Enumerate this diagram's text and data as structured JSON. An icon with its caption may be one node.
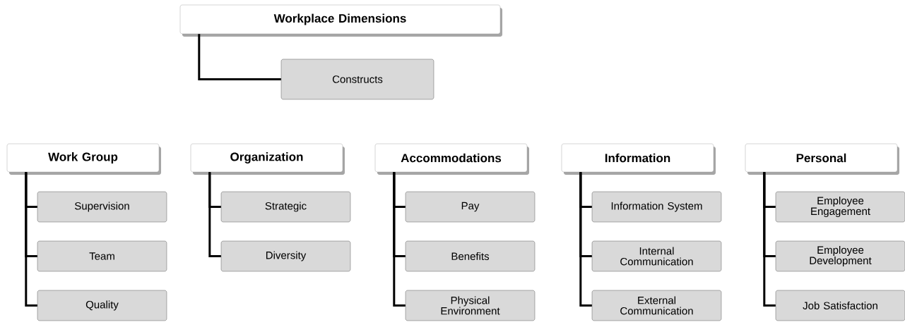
{
  "diagram": {
    "nodes": [
      {
        "text": [
          "Workplace Dimensions"
        ]
      },
      {
        "text": [
          "Constructs"
        ]
      },
      {
        "text": [
          "Work Group"
        ]
      },
      {
        "text": [
          "Supervision"
        ]
      },
      {
        "text": [
          "Team"
        ]
      },
      {
        "text": [
          "Quality"
        ]
      },
      {
        "text": [
          "Organization"
        ]
      },
      {
        "text": [
          "Strategic"
        ]
      },
      {
        "text": [
          "Diversity"
        ]
      },
      {
        "text": [
          "Accommodations"
        ]
      },
      {
        "text": [
          "Pay"
        ]
      },
      {
        "text": [
          "Benefits"
        ]
      },
      {
        "text": [
          "Physical Environment"
        ]
      },
      {
        "text": [
          "Information"
        ]
      },
      {
        "text": [
          "Information System"
        ]
      },
      {
        "text": [
          "Internal Communication"
        ]
      },
      {
        "text": [
          "External Communication"
        ]
      },
      {
        "text": [
          "Personal"
        ]
      },
      {
        "text": [
          "Employee Engagement"
        ]
      },
      {
        "text": [
          "Employee Development"
        ]
      },
      {
        "text": [
          "Job Satisfaction"
        ]
      }
    ],
    "edges": [
      {
        "from": 0,
        "to": 1,
        "arrow": "none"
      },
      {
        "from": 2,
        "to": 3,
        "arrow": "none"
      },
      {
        "from": 2,
        "to": 4,
        "arrow": "none"
      },
      {
        "from": 2,
        "to": 5,
        "arrow": "none"
      },
      {
        "from": 6,
        "to": 7,
        "arrow": "none"
      },
      {
        "from": 6,
        "to": 8,
        "arrow": "none"
      },
      {
        "from": 9,
        "to": 10,
        "arrow": "none"
      },
      {
        "from": 9,
        "to": 11,
        "arrow": "none"
      },
      {
        "from": 9,
        "to": 12,
        "arrow": "none"
      },
      {
        "from": 13,
        "to": 14,
        "arrow": "none"
      },
      {
        "from": 13,
        "to": 15,
        "arrow": "none"
      },
      {
        "from": 13,
        "to": 16,
        "arrow": "none"
      },
      {
        "from": 17,
        "to": 18,
        "arrow": "none"
      },
      {
        "from": 17,
        "to": 19,
        "arrow": "none"
      },
      {
        "from": 17,
        "to": 20,
        "arrow": "none"
      }
    ]
  }
}
